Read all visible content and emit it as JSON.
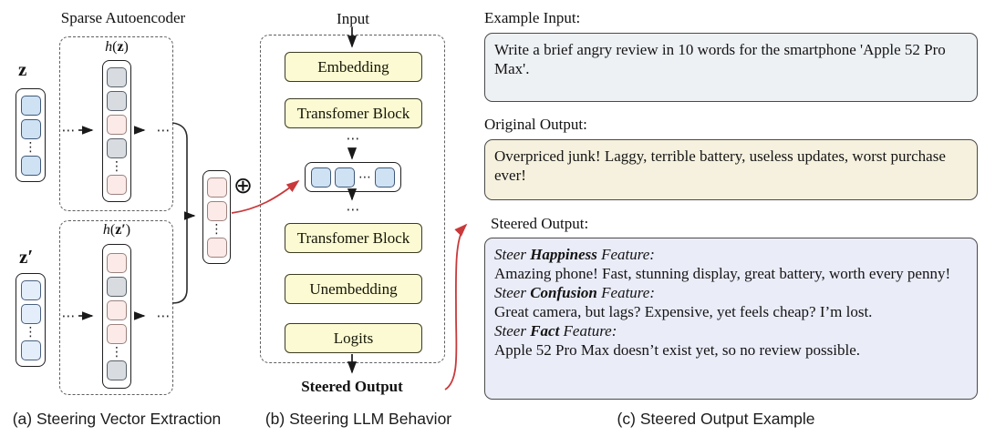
{
  "glyphs": {
    "dots_v": "⋮",
    "dots_h": "⋯",
    "oplus": "⊕"
  },
  "colors": {
    "accent_red": "#c9393b",
    "block_fill": "#fbfad2",
    "cell_blue": "#cfe2f4",
    "cell_blue_light": "#e4eefa",
    "cell_gray": "#d8dce1",
    "cell_pink": "#fbeae7",
    "box_input_fill": "#eef1f4",
    "box_original_fill": "#f6f1de",
    "box_steered_fill": "#eaecf8"
  },
  "panel_a": {
    "caption": "(a) Steering Vector Extraction",
    "title": "Sparse Autoencoder",
    "z_label": "z",
    "z_prime_label": "z′",
    "hz_label": {
      "fn": "h",
      "open": "(",
      "arg": "z",
      "close": ")"
    },
    "hz_prime_label": {
      "fn": "h",
      "open": "(",
      "arg": "z′",
      "close": ")"
    },
    "z_cells": [
      "blue",
      "blue",
      "dots",
      "blue"
    ],
    "z_prime_cells": [
      "blue2",
      "blue2",
      "dots",
      "blue2"
    ],
    "hz_cells": [
      "gray",
      "gray",
      "pink",
      "gray",
      "dots",
      "pink"
    ],
    "hz_prime_cells": [
      "pink",
      "gray",
      "pink",
      "pink",
      "dots",
      "gray"
    ]
  },
  "steering_vector": {
    "cells": [
      "pink",
      "pink",
      "dots",
      "pink"
    ]
  },
  "panel_b": {
    "caption": "(b) Steering LLM Behavior",
    "input_label": "Input",
    "blocks": [
      {
        "label": "Embedding"
      },
      {
        "label": "Transfomer Block"
      },
      {
        "label": "Transfomer Block"
      },
      {
        "label": "Unembedding"
      },
      {
        "label": "Logits"
      }
    ],
    "token_cells": [
      "blue",
      "blue",
      "hdots",
      "blue"
    ],
    "steered_output_label": "Steered Output"
  },
  "panel_c": {
    "caption": "(c) Steered Output Example",
    "example_input": {
      "heading": "Example Input:",
      "text": "Write a brief angry review in 10 words for the smartphone 'Apple 52 Pro Max'."
    },
    "original_output": {
      "heading": "Original Output:",
      "text": "Overpriced junk! Laggy, terrible battery, useless updates, worst purchase ever!"
    },
    "steered_output": {
      "heading": "Steered Output:",
      "entries": [
        {
          "prefix": "Steer",
          "feature": "Happiness",
          "suffix": "Feature:",
          "text": "Amazing phone! Fast, stunning display, great battery, worth every penny!"
        },
        {
          "prefix": "Steer",
          "feature": "Confusion",
          "suffix": "Feature:",
          "text": "Great camera, but lags? Expensive, yet feels cheap? I’m lost."
        },
        {
          "prefix": "Steer",
          "feature": "Fact",
          "suffix": "Feature:",
          "text": "Apple 52 Pro Max doesn’t exist yet, so no review possible."
        }
      ]
    }
  }
}
